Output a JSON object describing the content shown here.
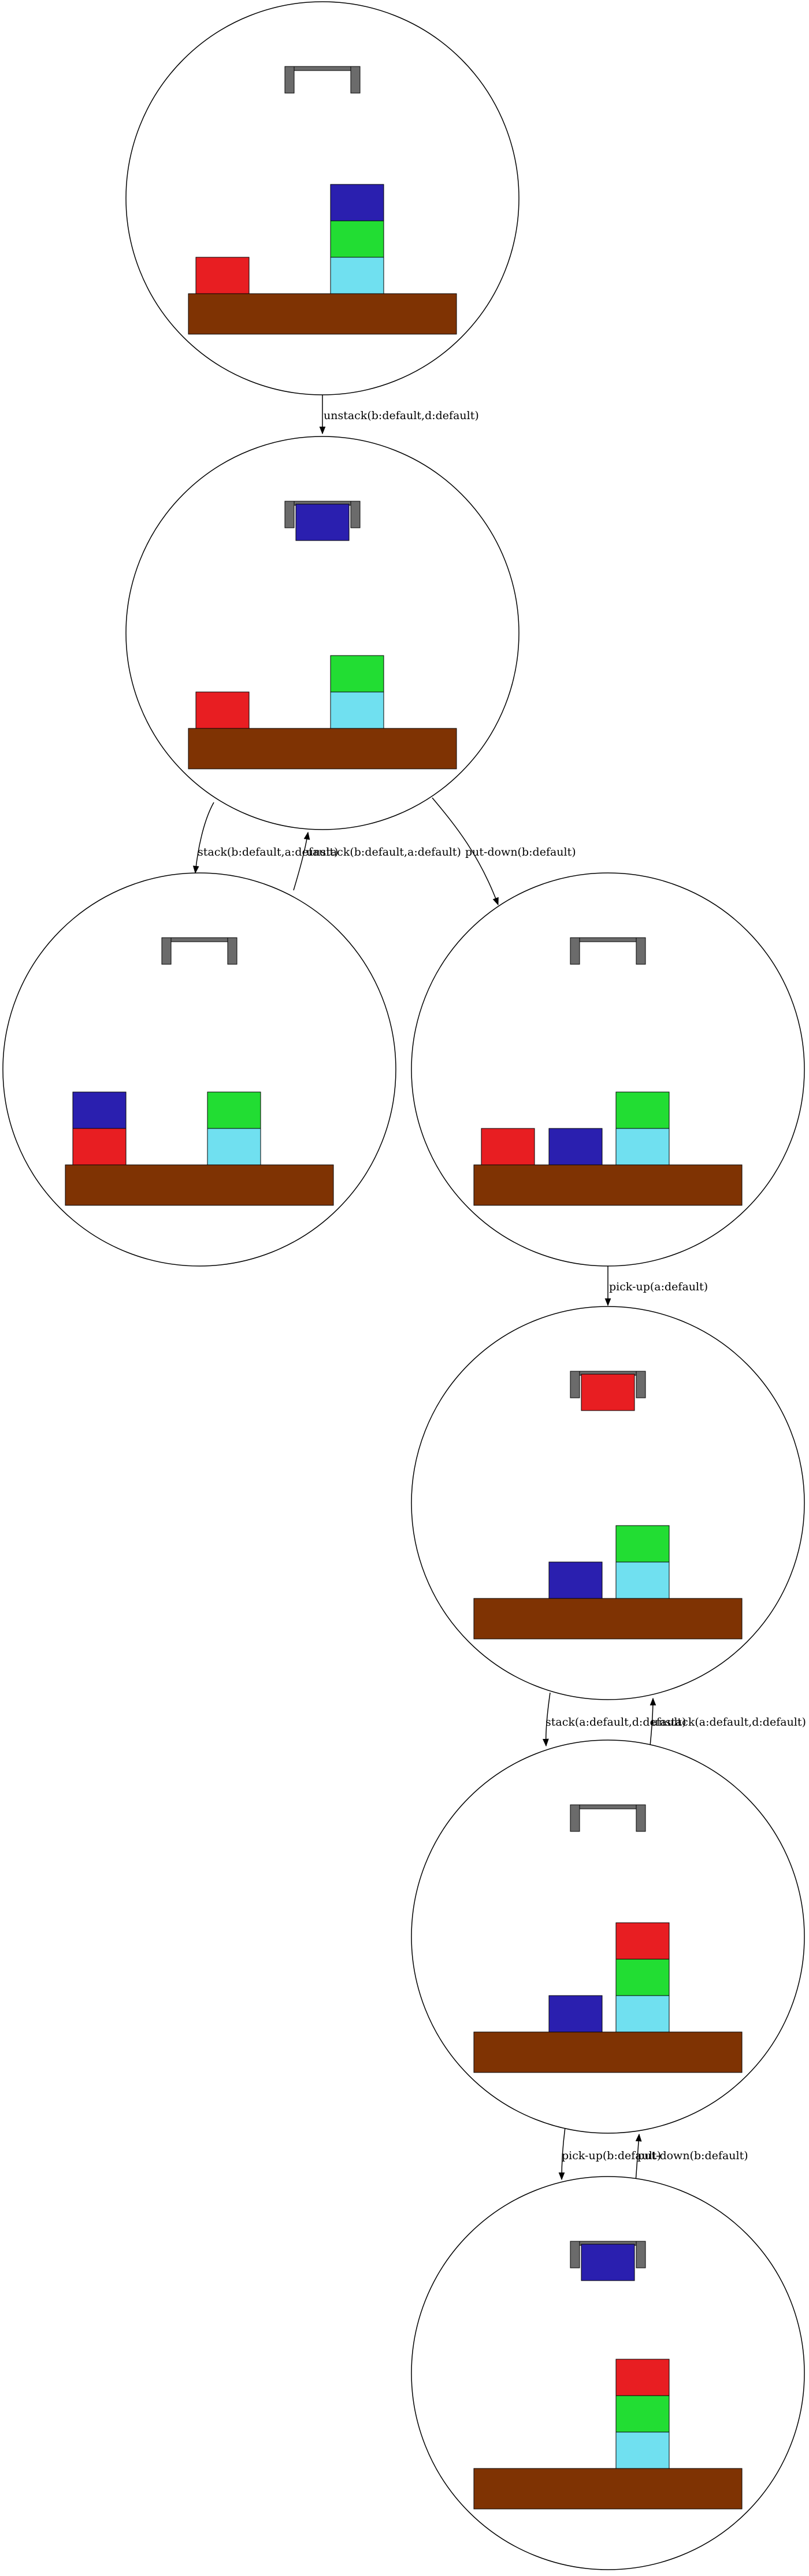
{
  "colors": {
    "red": "#e81e22",
    "green": "#22dd33",
    "blue": "#2a1faf",
    "cyan": "#70e0f0",
    "table": "#7f3303",
    "gripper": "#6b6b6b",
    "edge": "#000000"
  },
  "icons": {
    "gripper": "gripper-icon",
    "block": "block-icon",
    "table": "table-icon"
  },
  "states": [
    {
      "id": "s1",
      "holding": null,
      "stacks": [
        [
          "red"
        ],
        [],
        [
          "cyan",
          "green",
          "blue"
        ]
      ]
    },
    {
      "id": "s2",
      "holding": "blue",
      "stacks": [
        [
          "red"
        ],
        [],
        [
          "cyan",
          "green"
        ]
      ]
    },
    {
      "id": "s3",
      "holding": null,
      "stacks": [
        [
          "red",
          "blue"
        ],
        [],
        [
          "cyan",
          "green"
        ]
      ]
    },
    {
      "id": "s4",
      "holding": null,
      "stacks": [
        [
          "red"
        ],
        [
          "blue"
        ],
        [
          "cyan",
          "green"
        ]
      ]
    },
    {
      "id": "s5",
      "holding": "red",
      "stacks": [
        [],
        [
          "blue"
        ],
        [
          "cyan",
          "green"
        ]
      ]
    },
    {
      "id": "s6",
      "holding": null,
      "stacks": [
        [],
        [
          "blue"
        ],
        [
          "cyan",
          "green",
          "red"
        ]
      ]
    },
    {
      "id": "s7",
      "holding": "blue",
      "stacks": [
        [],
        [],
        [
          "cyan",
          "green",
          "red"
        ]
      ]
    }
  ],
  "edges": [
    {
      "from": "s1",
      "to": "s2",
      "label": "unstack(b:default,d:default)"
    },
    {
      "from": "s2",
      "to": "s3",
      "label": "stack(b:default,a:default)"
    },
    {
      "from": "s3",
      "to": "s2",
      "label": "unstack(b:default,a:default)"
    },
    {
      "from": "s2",
      "to": "s4",
      "label": "put-down(b:default)"
    },
    {
      "from": "s4",
      "to": "s5",
      "label": "pick-up(a:default)"
    },
    {
      "from": "s5",
      "to": "s6",
      "label": "stack(a:default,d:default)"
    },
    {
      "from": "s6",
      "to": "s5",
      "label": "unstack(a:default,d:default)"
    },
    {
      "from": "s6",
      "to": "s7",
      "label": "pick-up(b:default)"
    },
    {
      "from": "s7",
      "to": "s6",
      "label": "put-down(b:default)"
    }
  ]
}
